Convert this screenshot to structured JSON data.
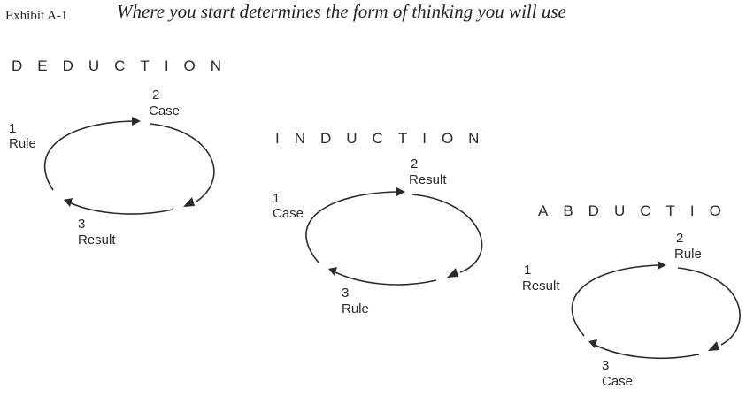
{
  "exhibit": {
    "label": "Exhibit A-1",
    "title": "Where you start determines the form of thinking you will use"
  },
  "diagrams": [
    {
      "heading": "DEDUCTION",
      "step1": {
        "num": "1",
        "text": "Rule"
      },
      "step2": {
        "num": "2",
        "text": "Case"
      },
      "step3": {
        "num": "3",
        "text": "Result"
      }
    },
    {
      "heading": "INDUCTION",
      "step1": {
        "num": "1",
        "text": "Case"
      },
      "step2": {
        "num": "2",
        "text": "Result"
      },
      "step3": {
        "num": "3",
        "text": "Rule"
      }
    },
    {
      "heading": "ABDUCTIO",
      "step1": {
        "num": "1",
        "text": "Result"
      },
      "step2": {
        "num": "2",
        "text": "Rule"
      },
      "step3": {
        "num": "3",
        "text": "Case"
      }
    }
  ]
}
